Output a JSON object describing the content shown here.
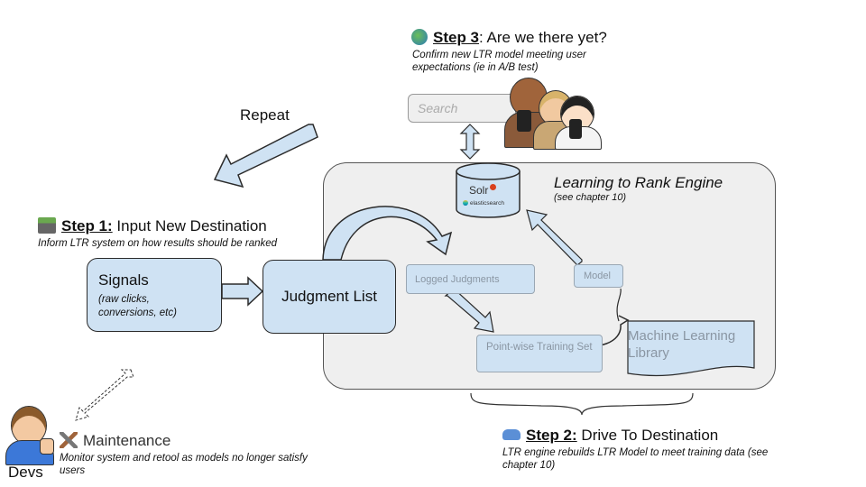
{
  "step3": {
    "icon": "globe-icon",
    "label": "Step 3",
    "title": ": Are we there yet?",
    "note": "Confirm new LTR model meeting user expectations (ie in A/B test)"
  },
  "search": {
    "placeholder": "Search"
  },
  "repeat": {
    "label": "Repeat"
  },
  "engine": {
    "title": "Learning to Rank Engine",
    "note": "(see chapter 10)"
  },
  "solr": {
    "logo_text": "Solr",
    "elastic_text": "elasticsearch"
  },
  "step1": {
    "icon": "road-icon",
    "label": "Step 1:",
    "title": " Input New Destination",
    "note": "Inform LTR system on how results should be ranked"
  },
  "signals": {
    "title": "Signals",
    "subtitle": "(raw clicks, conversions, etc)"
  },
  "judgment_list": {
    "label": "Judgment List"
  },
  "logged_judgments": {
    "label": "Logged Judgments"
  },
  "model": {
    "label": "Model"
  },
  "training_set": {
    "label": "Point-wise Training Set"
  },
  "ml_library": {
    "label": "Machine Learning Library"
  },
  "step2": {
    "icon": "car-icon",
    "label": "Step 2:",
    "title": " Drive To Destination",
    "note": "LTR engine rebuilds LTR Model to meet training data (see chapter 10)"
  },
  "maintenance": {
    "icon": "tools-icon",
    "title": "Maintenance",
    "note": "Monitor system and retool as models no longer satisfy users"
  },
  "devs": {
    "label": "Devs"
  },
  "colors": {
    "box_fill": "#cfe2f3",
    "engine_bg": "#efefef",
    "arrow_fill": "#cfe2f3",
    "outline": "#2b2b2b"
  }
}
